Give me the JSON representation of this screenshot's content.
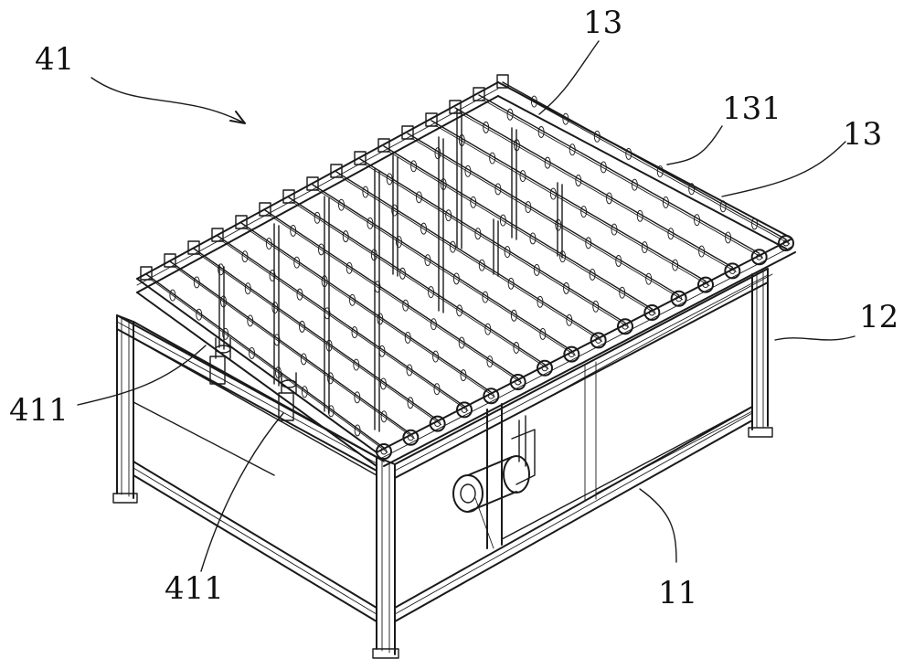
{
  "figure": {
    "labels": {
      "assembly": "41",
      "roller_top": "13",
      "roller_shaft": "131",
      "roller_right": "13",
      "upper_frame": "12",
      "bracket_left": "411",
      "bracket_bottom": "411",
      "base_frame": "11"
    }
  }
}
